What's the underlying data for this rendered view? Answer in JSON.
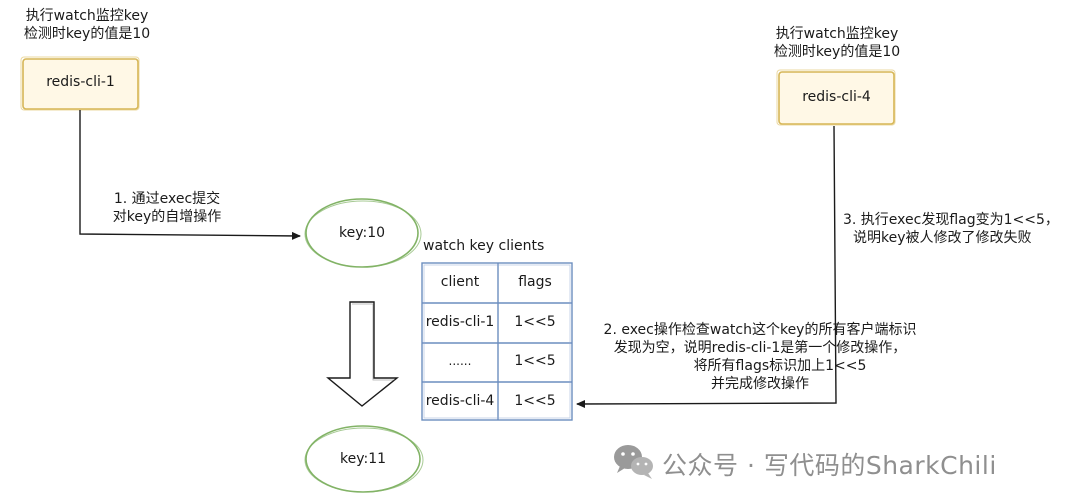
{
  "client1": {
    "note_line1": "执行watch监控key",
    "note_line2": "检测时key的值是10",
    "label": "redis-cli-1"
  },
  "client4": {
    "note_line1": "执行watch监控key",
    "note_line2": "检测时key的值是10",
    "label": "redis-cli-4"
  },
  "step1": {
    "line1": "1. 通过exec提交",
    "line2": "对key的自增操作"
  },
  "key_before": {
    "label": "key:10"
  },
  "key_after": {
    "label": "key:11"
  },
  "table": {
    "title": "watch key clients",
    "headers": [
      "client",
      "flags"
    ],
    "rows": [
      [
        "redis-cli-1",
        "1<<5"
      ],
      [
        "......",
        "1<<5"
      ],
      [
        "redis-cli-4",
        "1<<5"
      ]
    ]
  },
  "step2": {
    "line1": "2. exec操作检查watch这个key的所有客户端标识",
    "line2": "发现为空，说明redis-cli-1是第一个修改操作，",
    "line3": "将所有flags标识加上1<<5",
    "line4": "并完成修改操作"
  },
  "step3": {
    "line1": "3. 执行exec发现flag变为1<<5，",
    "line2": "说明key被人修改了修改失败"
  },
  "watermark": {
    "text": "公众号 · 写代码的SharkChili"
  },
  "colors": {
    "client_stroke": "#d6b656",
    "client_fill": "#fff8e6",
    "key_stroke": "#82b366",
    "table_stroke": "#6c8ebf",
    "line": "#1a1a1a"
  }
}
